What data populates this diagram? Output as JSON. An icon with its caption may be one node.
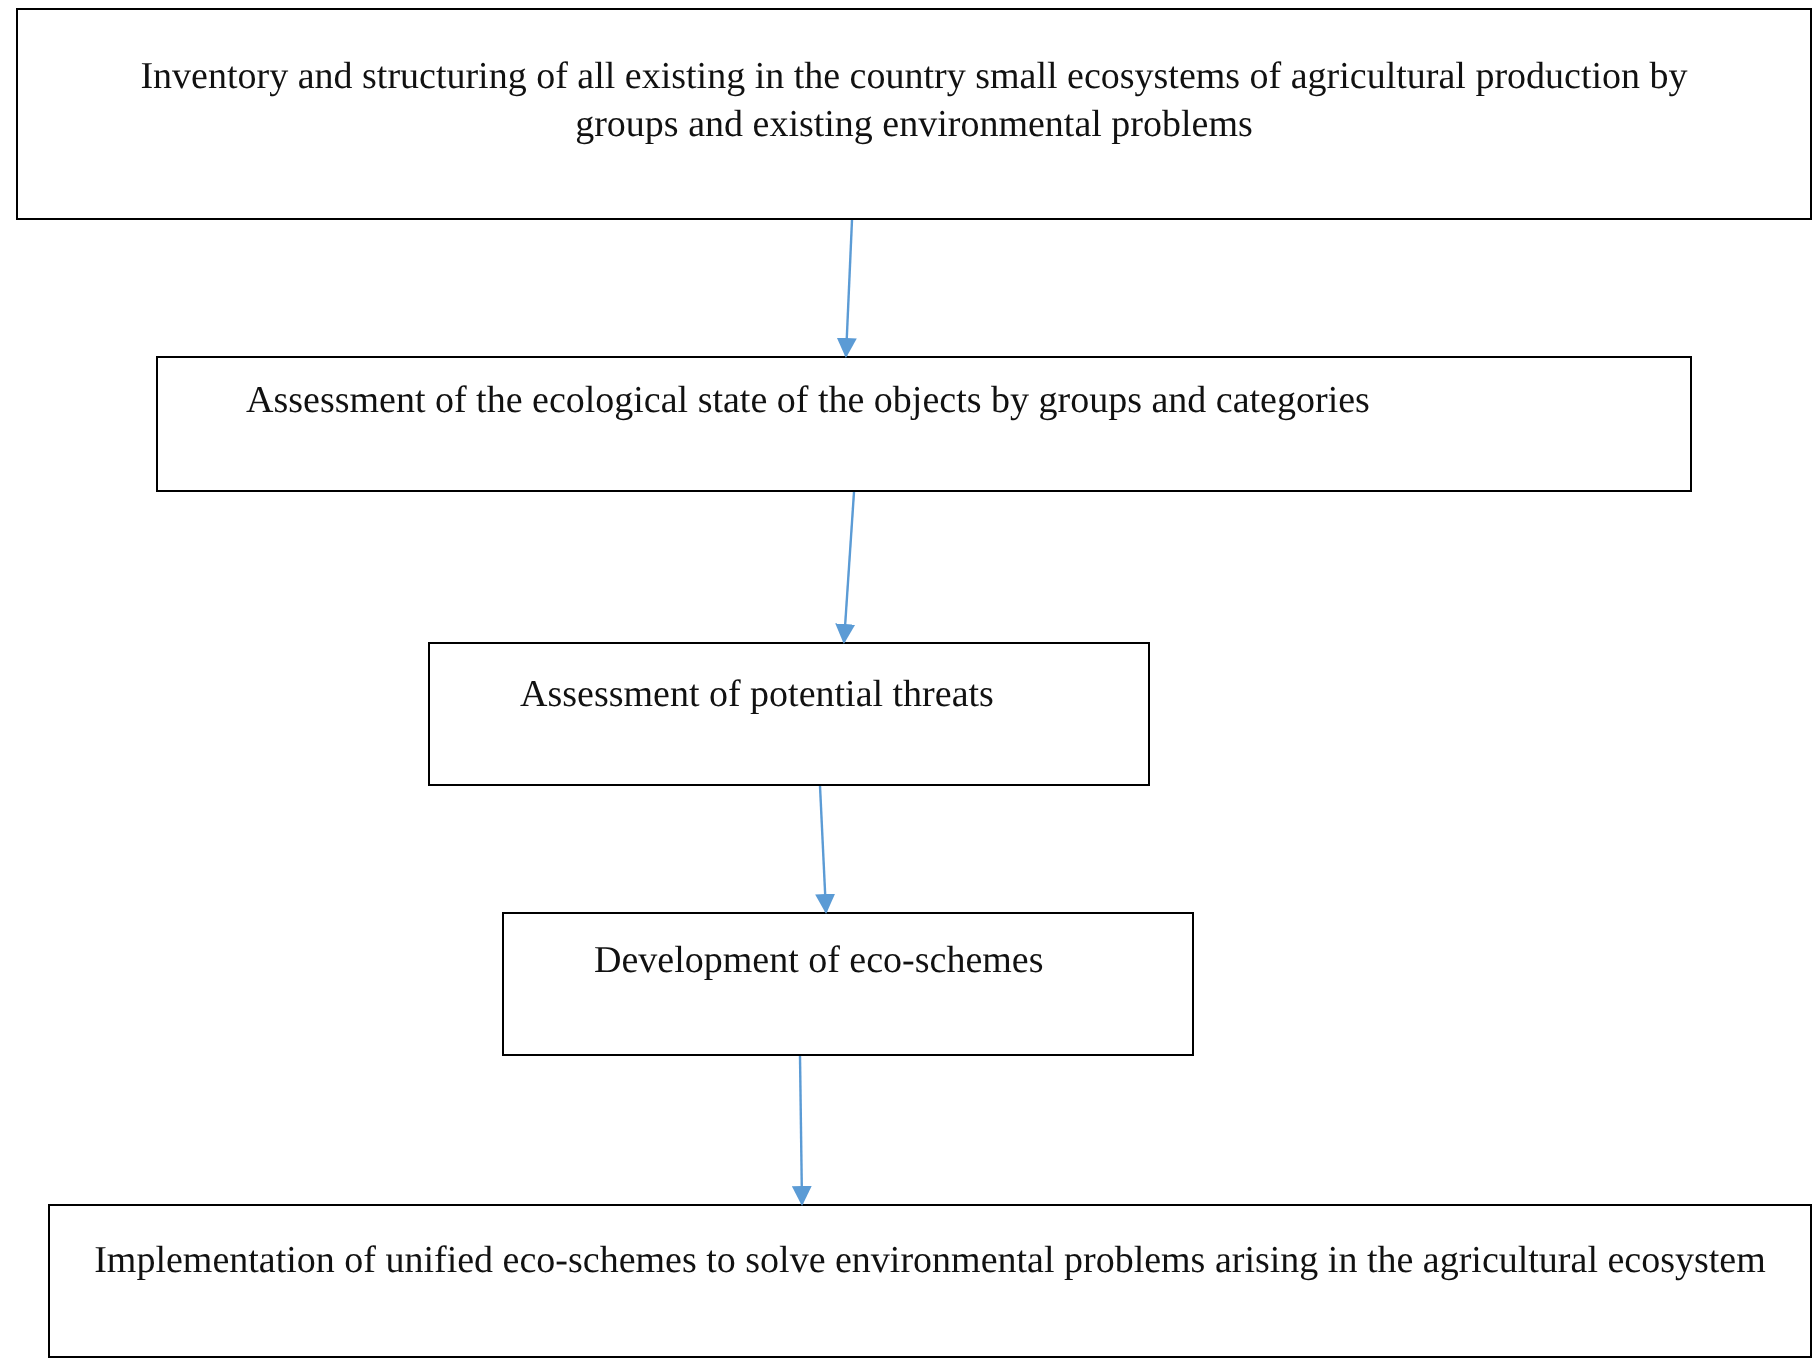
{
  "diagram": {
    "nodes": [
      {
        "text": [
          "Inventory and structuring of all existing in the country small ecosystems of agricultural production by groups and existing environmental problems"
        ]
      },
      {
        "text": [
          "Assessment of the ecological state of the objects by groups and categories"
        ]
      },
      {
        "text": [
          "Assessment of potential threats"
        ]
      },
      {
        "text": [
          "Development of eco-schemes"
        ]
      },
      {
        "text": [
          "Implementation of unified eco-schemes to solve environmental problems arising in the agricultural ecosystem"
        ]
      }
    ],
    "edges": [
      {
        "from": 0,
        "to": 1,
        "arrow": "to",
        "color": "#5b9bd5"
      },
      {
        "from": 1,
        "to": 2,
        "arrow": "to",
        "color": "#5b9bd5"
      },
      {
        "from": 2,
        "to": 3,
        "arrow": "to",
        "color": "#5b9bd5"
      },
      {
        "from": 3,
        "to": 4,
        "arrow": "to",
        "color": "#5b9bd5"
      }
    ]
  }
}
